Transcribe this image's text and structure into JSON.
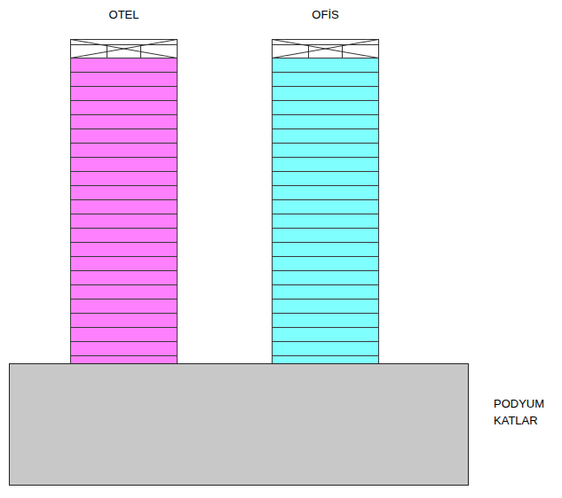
{
  "diagram": {
    "nodes": [
      {
        "text": [
          "OTEL"
        ]
      },
      {
        "text": [
          "OFİS"
        ]
      },
      {
        "text": [
          "PODYUM KATLAR"
        ]
      }
    ]
  }
}
